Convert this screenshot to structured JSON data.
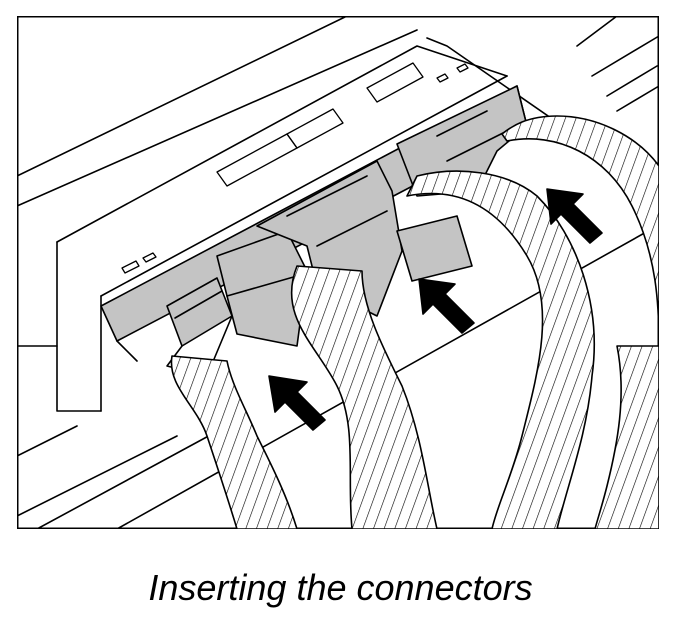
{
  "figure": {
    "caption": "Inserting the connectors",
    "colors": {
      "line": "#000000",
      "background": "#ffffff",
      "connector_fill": "#c4c4c4",
      "frame": "#000000"
    },
    "arrow_count": 3,
    "connector_count": 4,
    "cable_count": 4
  }
}
